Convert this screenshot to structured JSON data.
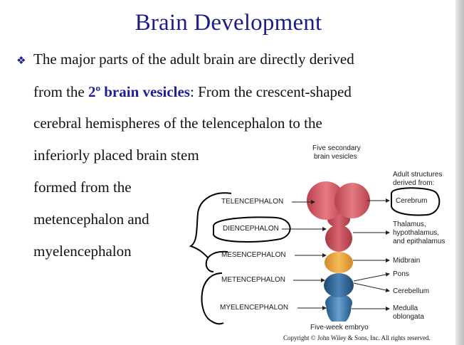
{
  "slide": {
    "title": "Brain Development",
    "bullet_symbol": "❖",
    "lines": [
      "The major parts of the adult brain are directly derived",
      "From the crescent-shaped",
      "cerebral hemispheres of the telencephalon to the",
      "inferiorly placed brain stem",
      "formed from the",
      "metencephalon and",
      "myelencephalon"
    ],
    "line2_prefix": "from the ",
    "highlight_number": "2",
    "highlight_sup": "o",
    "highlight_text": " brain vesicles",
    "line2_colon": ": "
  },
  "figure": {
    "header_line1": "Five secondary",
    "header_line2": "brain vesicles",
    "adult_header_line1": "Adult structures",
    "adult_header_line2": "derived from:",
    "vesicles": [
      "TELENCEPHALON",
      "DIENCEPHALON",
      "MESENCEPHALON",
      "METENCEPHALON",
      "MYELENCEPHALON"
    ],
    "structures": {
      "cerebrum": "Cerebrum",
      "thalamus": "Thalamus,",
      "hypothalamus": "hypothalamus,",
      "epithalamus": "and epithalamus",
      "midbrain": "Midbrain",
      "pons": "Pons",
      "cerebellum": "Cerebellum",
      "medulla1": "Medulla",
      "medulla2": "oblongata"
    },
    "caption": "Five-week embryo",
    "colors": {
      "telencephalon": "#cf5a66",
      "diencephalon": "#c24e5a",
      "mesencephalon": "#e8a23a",
      "metencephalon": "#2c5f8e",
      "myelencephalon": "#3a74a8",
      "annotation_ink": "#000000",
      "title": "#1c1c8c"
    }
  },
  "copyright": "Copyright © John Wiley & Sons, Inc. All rights reserved."
}
